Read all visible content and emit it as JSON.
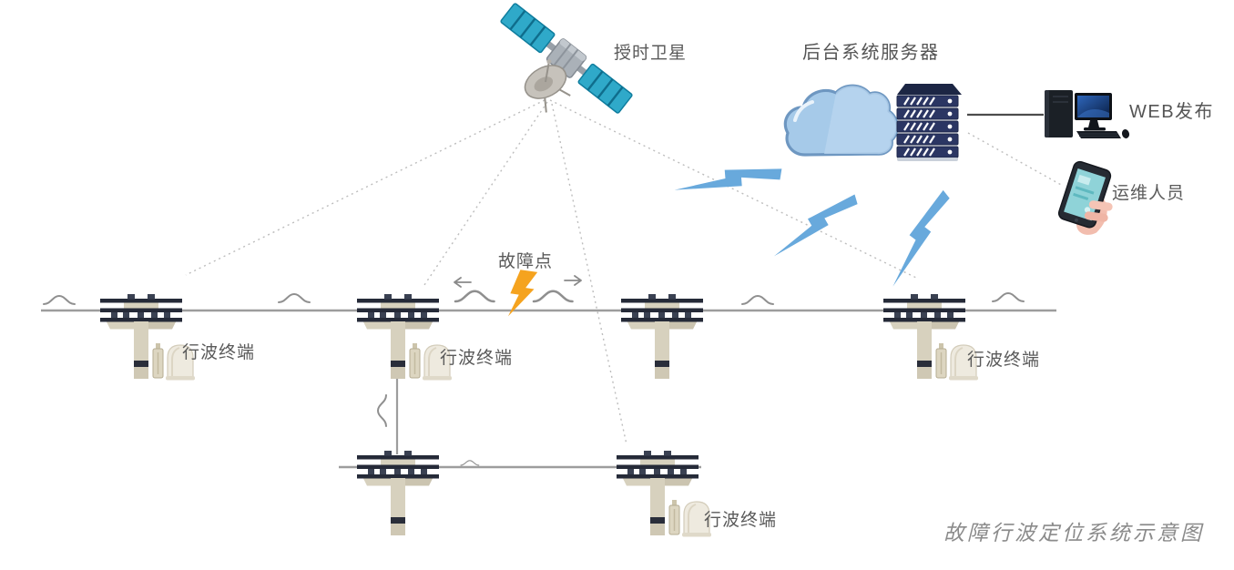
{
  "diagram": {
    "caption": "故障行波定位系统示意图",
    "nodes": {
      "satellite": {
        "label": "授时卫星",
        "icon": "satellite-icon"
      },
      "backend": {
        "label": "后台系统服务器",
        "icons": [
          "cloud-icon",
          "server-rack-icon"
        ]
      },
      "web": {
        "label": "WEB发布",
        "icon": "desktop-computer-icon"
      },
      "ops": {
        "label": "运维人员",
        "icon": "smartphone-in-hand-icon"
      },
      "fault": {
        "label": "故障点",
        "icon": "fault-lightning-icon"
      },
      "terminal": {
        "label": "行波终端",
        "icon": "wave-terminal-device-icon"
      }
    },
    "colors": {
      "comm_bolt": "#68a9dc",
      "fault_bolt": "#f5a31f",
      "cloud_fill": "#a6cae9",
      "cloud_stroke": "#6e97c1",
      "satellite_panel": "#2fa9c9",
      "server_navy": "#2b3663",
      "power_line_gray": "#9d9d9d",
      "tower_dark": "#252a38",
      "tower_beige": "#d7d1be",
      "label_gray": "#5a5a5a"
    }
  }
}
